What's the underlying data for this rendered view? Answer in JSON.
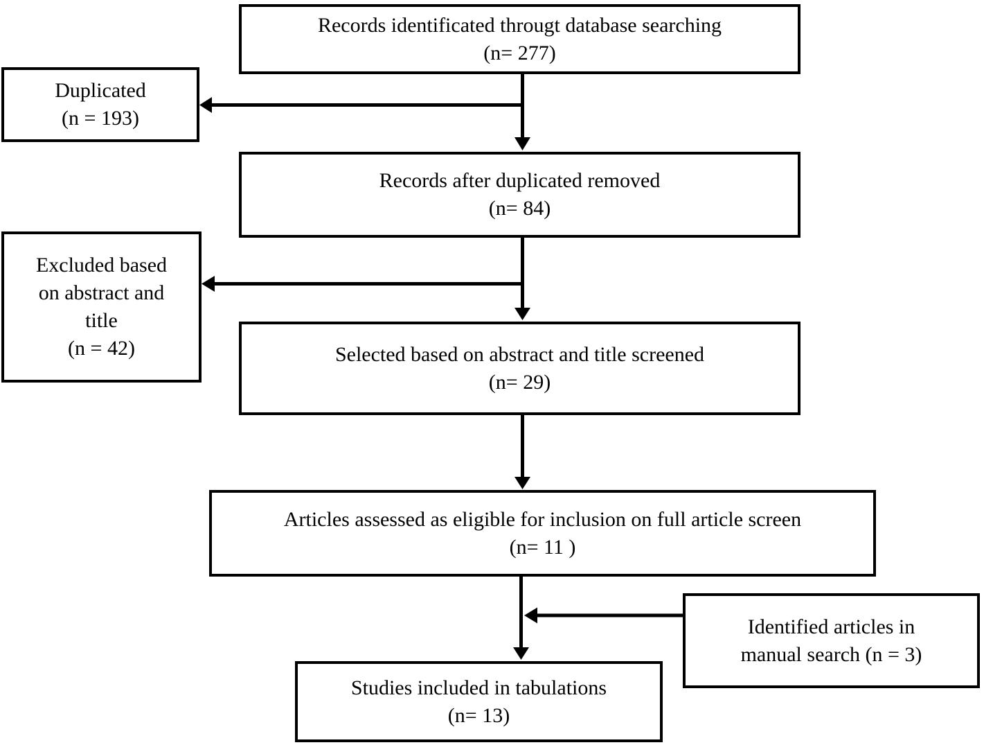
{
  "diagram": {
    "background_color": "#ffffff",
    "line_color": "#000000",
    "text_color": "#000000",
    "nodes": {
      "identified": {
        "lines": [
          "Records identificated througt database searching",
          "(n= 277)"
        ]
      },
      "duplicated": {
        "lines": [
          "Duplicated",
          "(n = 193)"
        ]
      },
      "after_duplicates": {
        "lines": [
          "Records after duplicated removed",
          "(n= 84)"
        ]
      },
      "excluded": {
        "lines": [
          "Excluded based",
          "on abstract and",
          "title",
          "(n = 42)"
        ]
      },
      "selected": {
        "lines": [
          "Selected based on abstract and title screened",
          "(n= 29)"
        ]
      },
      "full_screen": {
        "lines": [
          "Articles assessed as eligible for inclusion on full article screen",
          "(n= 11 )"
        ]
      },
      "manual_search": {
        "lines": [
          "Identified articles in",
          "manual search (n = 3)"
        ]
      },
      "included": {
        "lines": [
          "Studies included in tabulations",
          "(n= 13)"
        ]
      }
    },
    "edges": [
      {
        "from": "identified",
        "to": "after_duplicates",
        "direction": "down"
      },
      {
        "from": "identified",
        "to": "duplicated",
        "direction": "left"
      },
      {
        "from": "after_duplicates",
        "to": "selected",
        "direction": "down"
      },
      {
        "from": "after_duplicates",
        "to": "excluded",
        "direction": "left"
      },
      {
        "from": "selected",
        "to": "full_screen",
        "direction": "down"
      },
      {
        "from": "full_screen",
        "to": "included",
        "direction": "down"
      },
      {
        "from": "manual_search",
        "to": "included",
        "direction": "left"
      }
    ]
  }
}
